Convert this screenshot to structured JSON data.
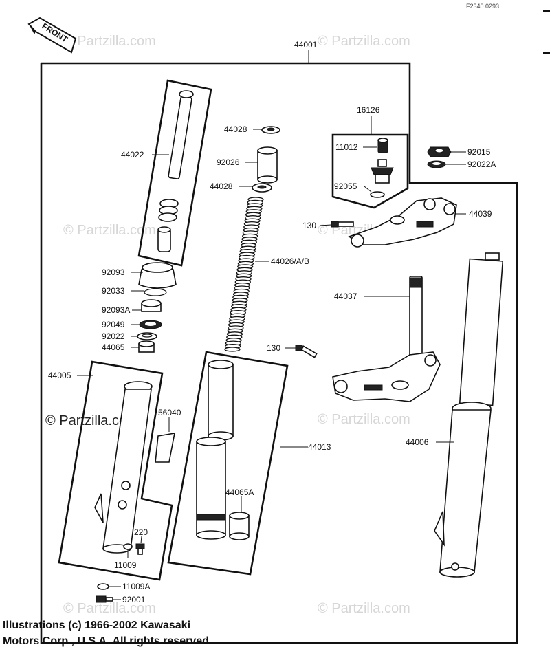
{
  "doc_code": "F2340 0293",
  "front_label": "FRONT",
  "watermark": "© Partzilla.com",
  "labels": {
    "p44001": "44001",
    "p44022": "44022",
    "p44028a": "44028",
    "p92026": "92026",
    "p44028b": "44028",
    "p16126": "16126",
    "p11012": "11012",
    "p92055": "92055",
    "p92015": "92015",
    "p92022A": "92022A",
    "p44039": "44039",
    "p130a": "130",
    "p44026": "44026/A/B",
    "p92093": "92093",
    "p92033": "92033",
    "p92093A": "92093A",
    "p92049": "92049",
    "p92022": "92022",
    "p44065": "44065",
    "p44037": "44037",
    "p130b": "130",
    "p44005": "44005",
    "p56040": "56040",
    "p44013": "44013",
    "p44006": "44006",
    "p44065A": "44065A",
    "p220": "220",
    "p11009": "11009",
    "p11009A": "11009A",
    "p92001": "92001"
  },
  "copyright_line1": "Illustrations (c) 1966-2002 Kawasaki",
  "copyright_line2": "Motors Corp., U.S.A.  All rights reserved."
}
